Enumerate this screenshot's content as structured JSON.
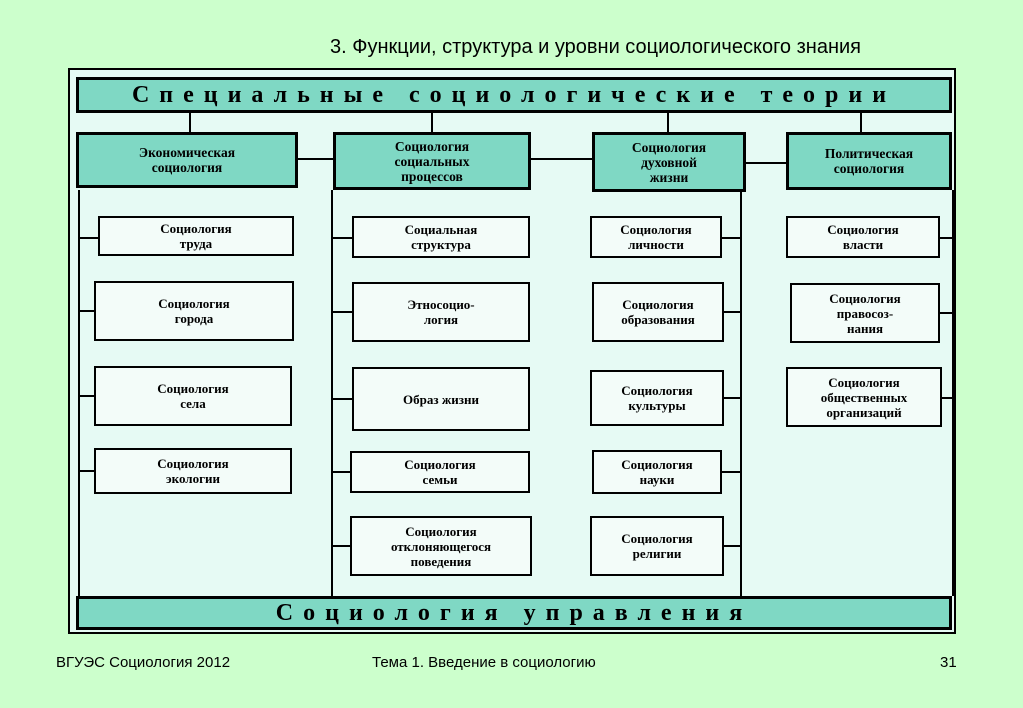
{
  "slide_title": "3. Функции, структура и уровни социологического знания",
  "diagram": {
    "top_band": "Специальные социологические теории",
    "bottom_band": "Социология управления",
    "columns": [
      {
        "header": "Экономическая\nсоциология",
        "items": [
          "Социология\nтруда",
          "Социология\nгорода",
          "Социология\nсела",
          "Социология\nэкологии"
        ]
      },
      {
        "header": "Социология\nсоциальных\nпроцессов",
        "items": [
          "Социальная\nструктура",
          "Этносоцио-\nлогия",
          "Образ жизни",
          "Социология\nсемьи",
          "Социология\nотклоняющегося\nповедения"
        ]
      },
      {
        "header": "Социология\nдуховной\nжизни",
        "items": [
          "Социология\nличности",
          "Социология\nобразования",
          "Социология\nкультуры",
          "Социология\nнауки",
          "Социология\nрелигии"
        ]
      },
      {
        "header": "Политическая\nсоциология",
        "items": [
          "Социология\nвласти",
          "Социология\nправосоз-\nнания",
          "Социология\nобщественных\nорганизаций"
        ]
      }
    ]
  },
  "footer": {
    "left": "ВГУЭС Социология 2012",
    "center": "Тема 1. Введение в социологию",
    "page_number": "31"
  }
}
